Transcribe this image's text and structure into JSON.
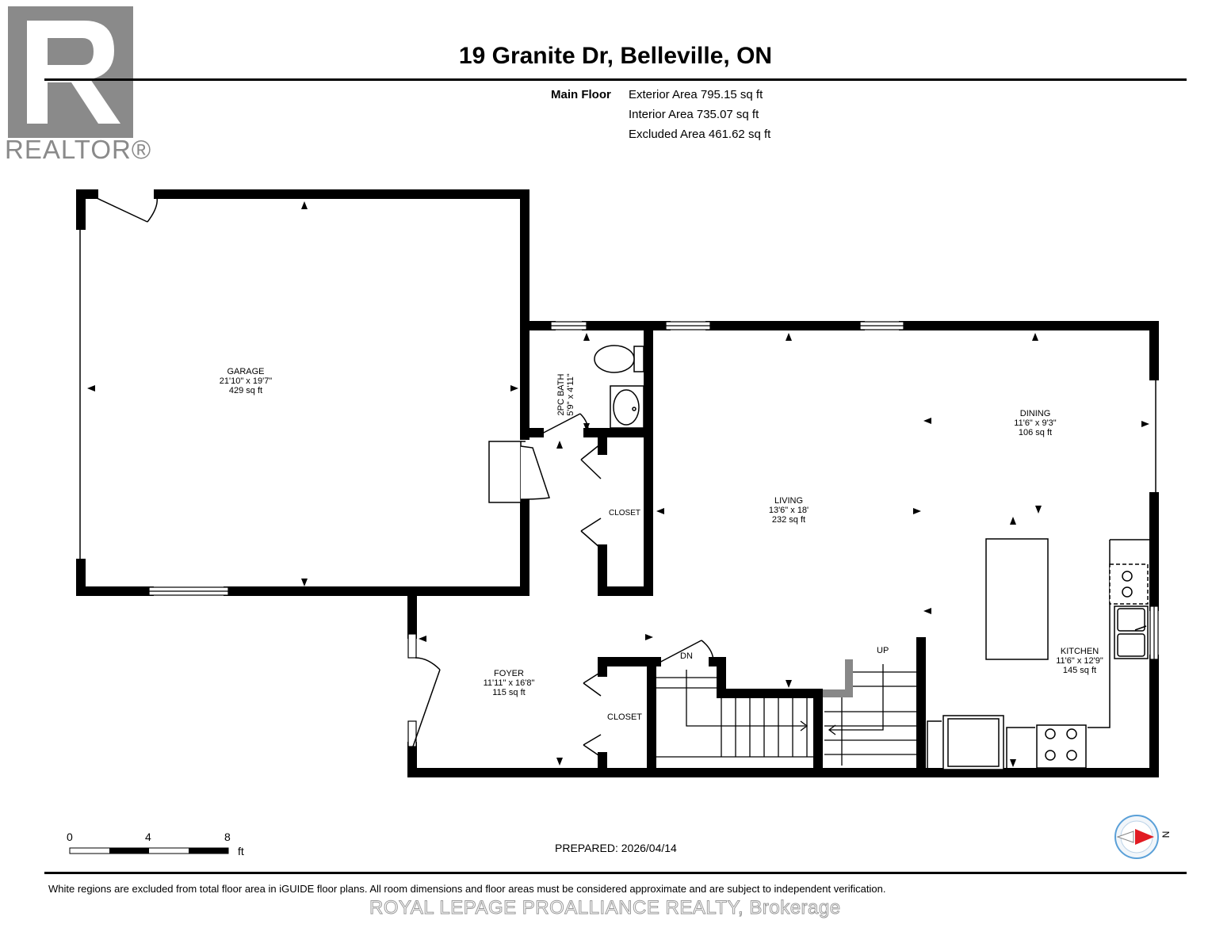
{
  "header": {
    "address": "19 Granite Dr, Belleville, ON",
    "logo_text": "REALTOR®"
  },
  "areas": {
    "label": "Main Floor",
    "exterior": "Exterior Area 795.15 sq ft",
    "interior": "Interior Area 735.07 sq ft",
    "excluded": "Excluded Area 461.62 sq ft"
  },
  "rooms": {
    "garage": {
      "name": "GARAGE",
      "dims": "21'10\" x 19'7\"",
      "area": "429 sq ft"
    },
    "bath": {
      "name": "2PC BATH",
      "dims": "5'9\" x 4'11\""
    },
    "closet_upper": {
      "name": "CLOSET"
    },
    "living": {
      "name": "LIVING",
      "dims": "13'6\" x 18'",
      "area": "232 sq ft"
    },
    "dining": {
      "name": "DINING",
      "dims": "11'6\" x 9'3\"",
      "area": "106 sq ft"
    },
    "kitchen": {
      "name": "KITCHEN",
      "dims": "11'6\" x 12'9\"",
      "area": "145 sq ft"
    },
    "foyer": {
      "name": "FOYER",
      "dims": "11'11\" x 16'8\"",
      "area": "115 sq ft"
    },
    "closet_lower": {
      "name": "CLOSET"
    }
  },
  "stairs": {
    "down": "DN",
    "up": "UP"
  },
  "scale": {
    "labels": [
      "0",
      "4",
      "8"
    ],
    "unit": "ft"
  },
  "prepared": "PREPARED: 2026/04/14",
  "compass": {
    "label": "N"
  },
  "footer": {
    "disclaimer": "White regions are excluded from total floor area in iGUIDE floor plans. All room dimensions and floor areas must be considered approximate and are subject to independent verification.",
    "brokerage": "ROYAL LEPAGE PROALLIANCE REALTY, Brokerage"
  },
  "colors": {
    "wall": "#000000",
    "logo": "#8a8a8a",
    "compass_arrow": "#e11b22",
    "compass_ring": "#5aa0d8"
  }
}
